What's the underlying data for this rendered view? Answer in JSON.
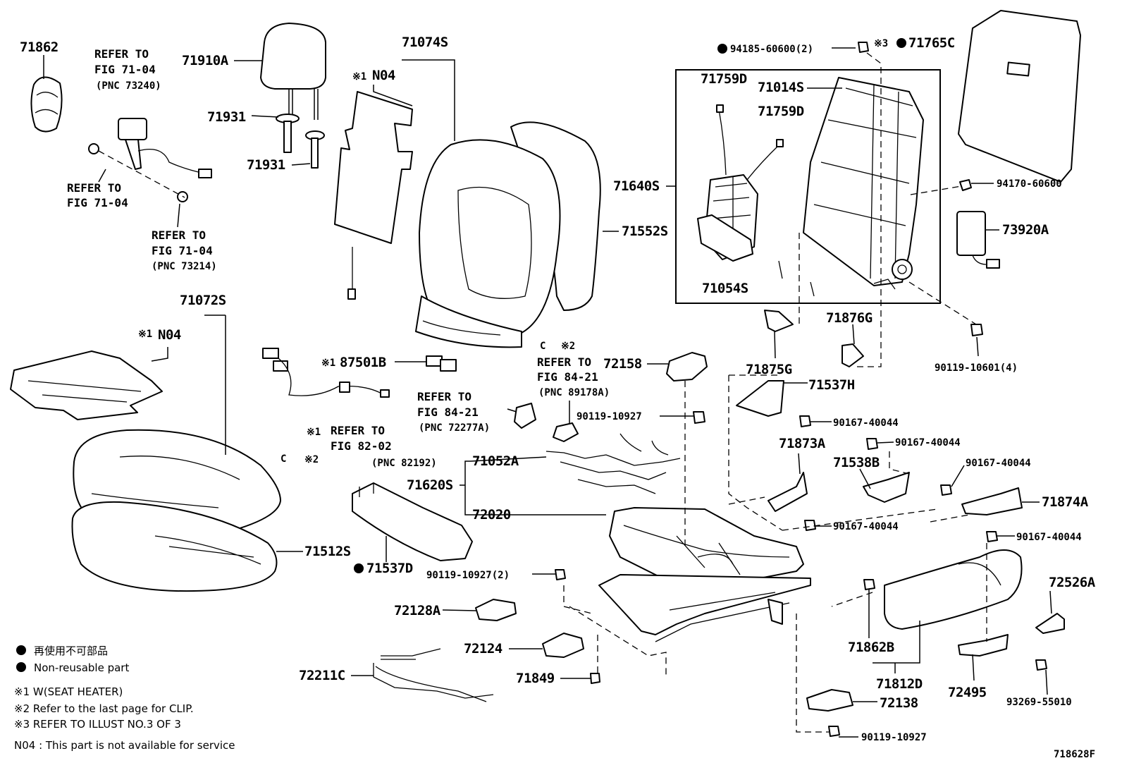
{
  "parts": {
    "p71862": "71862",
    "p71910A": "71910A",
    "p71931a": "71931",
    "p71931b": "71931",
    "p71074S": "71074S",
    "n04a": "N04",
    "note1a": "※1",
    "p94185": "94185-60600(2)",
    "note3": "※3",
    "p71765C": "71765C",
    "p71759Da": "71759D",
    "p71014S": "71014S",
    "p71759Db": "71759D",
    "p71640S": "71640S",
    "p94170": "94170-60600",
    "p71552S": "71552S",
    "p73920A": "73920A",
    "p71054S": "71054S",
    "p71072S": "71072S",
    "n04b": "N04",
    "note1b": "※1",
    "p71876G": "71876G",
    "p90119_10601": "90119-10601(4)",
    "note2a": "※2",
    "note1c": "※1",
    "p87501B": "87501B",
    "p72158": "72158",
    "p71875G": "71875G",
    "p71537H": "71537H",
    "p90119_10927a": "90119-10927",
    "p90167a": "90167-40044",
    "p90167b": "90167-40044",
    "p90167c": "90167-40044",
    "p71873A": "71873A",
    "p71538B": "71538B",
    "note1d": "※1",
    "note2b": "※2",
    "p71052A": "71052A",
    "p71620S": "71620S",
    "p71874A": "71874A",
    "p72020": "72020",
    "p90167d": "90167-40044",
    "p90167e": "90167-40044",
    "p71512S": "71512S",
    "p71537D": "71537D",
    "p90119_10927_2": "90119-10927(2)",
    "p72526A": "72526A",
    "p72128A": "72128A",
    "p72124": "72124",
    "p71862B": "71862B",
    "p72211C": "72211C",
    "p71849": "71849",
    "p71812D": "71812D",
    "p72495": "72495",
    "p72138": "72138",
    "p93269": "93269-55010",
    "p90119_10927b": "90119-10927",
    "figid": "718628F"
  },
  "refs": {
    "r1": [
      "REFER TO",
      "FIG 71-04",
      "(PNC 73240)"
    ],
    "r2": [
      "REFER TO",
      "FIG 71-04"
    ],
    "r3": [
      "REFER TO",
      "FIG 71-04",
      "(PNC 73214)"
    ],
    "r4": [
      "REFER TO",
      "FIG 84-21",
      "(PNC 89178A)"
    ],
    "r5": [
      "REFER TO",
      "FIG 84-21",
      "(PNC 72277A)"
    ],
    "r6": [
      "REFER TO",
      "FIG 82-02",
      "(PNC 82192)"
    ]
  },
  "legend": {
    "l1": "再使用不可部品",
    "l2": "Non-reusable part",
    "l3": "※1  W(SEAT  HEATER)",
    "l4": "※2  Refer to the last page for CLIP.",
    "l5": "※3 REFER TO ILLUST NO.3 OF 3",
    "l6": "N04 : This part is not available for service"
  }
}
